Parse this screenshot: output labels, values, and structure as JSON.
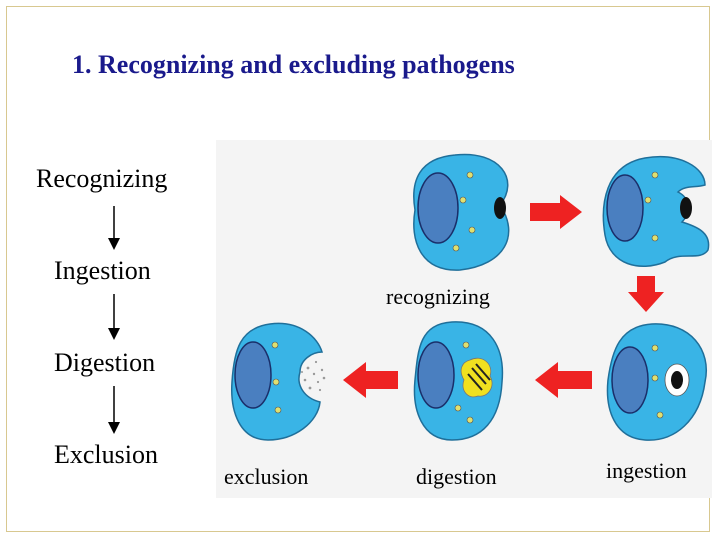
{
  "title": "1. Recognizing and excluding pathogens",
  "steps": [
    "Recognizing",
    "Ingestion",
    "Digestion",
    "Exclusion"
  ],
  "captions": {
    "recognizing": "recognizing",
    "ingestion": "ingestion",
    "digestion": "digestion",
    "exclusion": "exclusion"
  },
  "colors": {
    "title": "#1a1a8c",
    "cell": "#39b4e6",
    "nucleus": "#4a7fc0",
    "arrow": "#ee2222",
    "pathogen": "#111111",
    "granule": "#e0e070"
  }
}
